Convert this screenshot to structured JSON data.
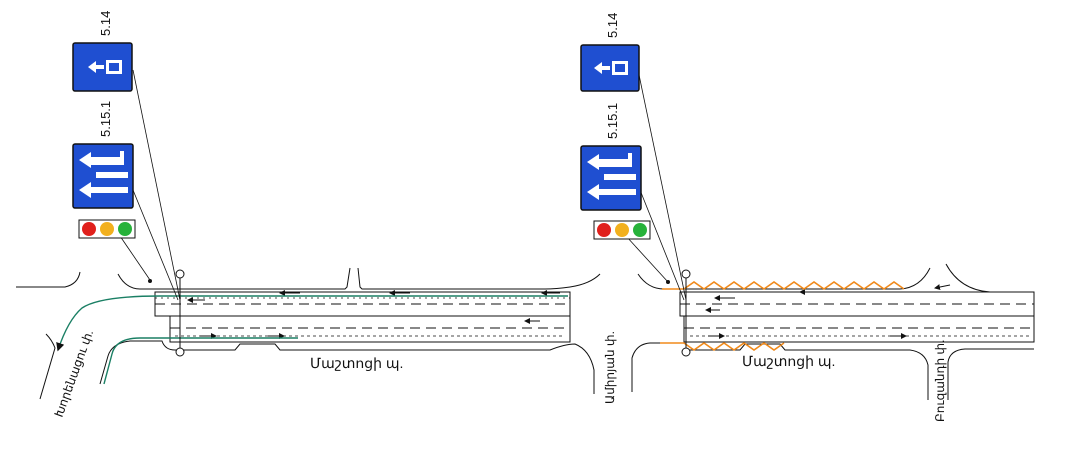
{
  "left": {
    "sign_upper_code": "5.14",
    "sign_lower_code": "5.15.1",
    "main_street": "Մաշտոցի պ.",
    "side_street": "Խորենացու փ."
  },
  "right": {
    "sign_upper_code": "5.14",
    "sign_lower_code": "5.15.1",
    "main_street": "Մաշտոցի պ.",
    "side_street_left": "Ամիրյան փ.",
    "side_street_bottom": "Բուզանդի փ."
  },
  "colors": {
    "sign_blue": "#1f4fd1",
    "traffic_red": "#e0201c",
    "traffic_yellow": "#f2b01e",
    "traffic_green": "#27b23a",
    "bus_route_green": "#1a7f64",
    "zigzag_orange": "#f08a1c"
  },
  "icons": [
    "bus-lane-sign-icon",
    "lane-direction-sign-icon",
    "traffic-light-icon"
  ]
}
